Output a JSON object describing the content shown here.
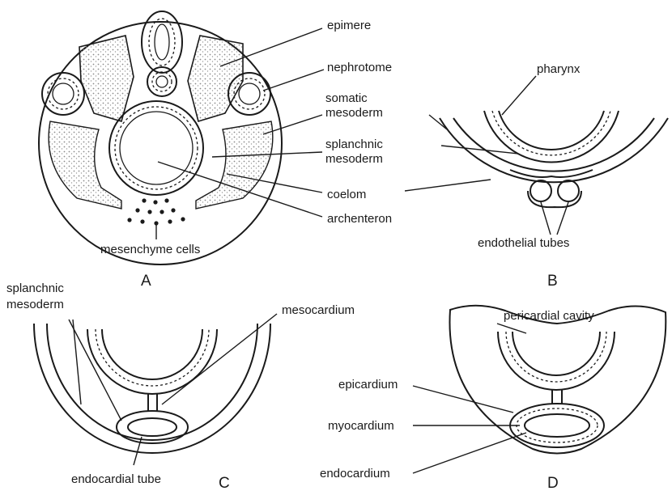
{
  "panels": {
    "a": {
      "letter": "A",
      "labels": {
        "epimere": "epimere",
        "nephrotome": "nephrotome",
        "somatic": "somatic\nmesoderm",
        "splanchnic": "splanchnic\nmesoderm",
        "coelom": "coelom",
        "archenteron": "archenteron",
        "mesenchyme": "mesenchyme cells"
      }
    },
    "b": {
      "letter": "B",
      "labels": {
        "pharynx": "pharynx",
        "endothelial": "endothelial tubes"
      }
    },
    "c": {
      "letter": "C",
      "labels": {
        "splanchnic": "splanchnic\nmesoderm",
        "mesocardium": "mesocardium",
        "endocardial": "endocardial tube"
      }
    },
    "d": {
      "letter": "D",
      "labels": {
        "pericardial": "pericardial cavity",
        "epicardium": "epicardium",
        "myocardium": "myocardium",
        "endocardium": "endocardium"
      }
    }
  },
  "colors": {
    "ink": "#1a1a1a",
    "stipple": "#9a9a9a",
    "background": "#ffffff"
  }
}
